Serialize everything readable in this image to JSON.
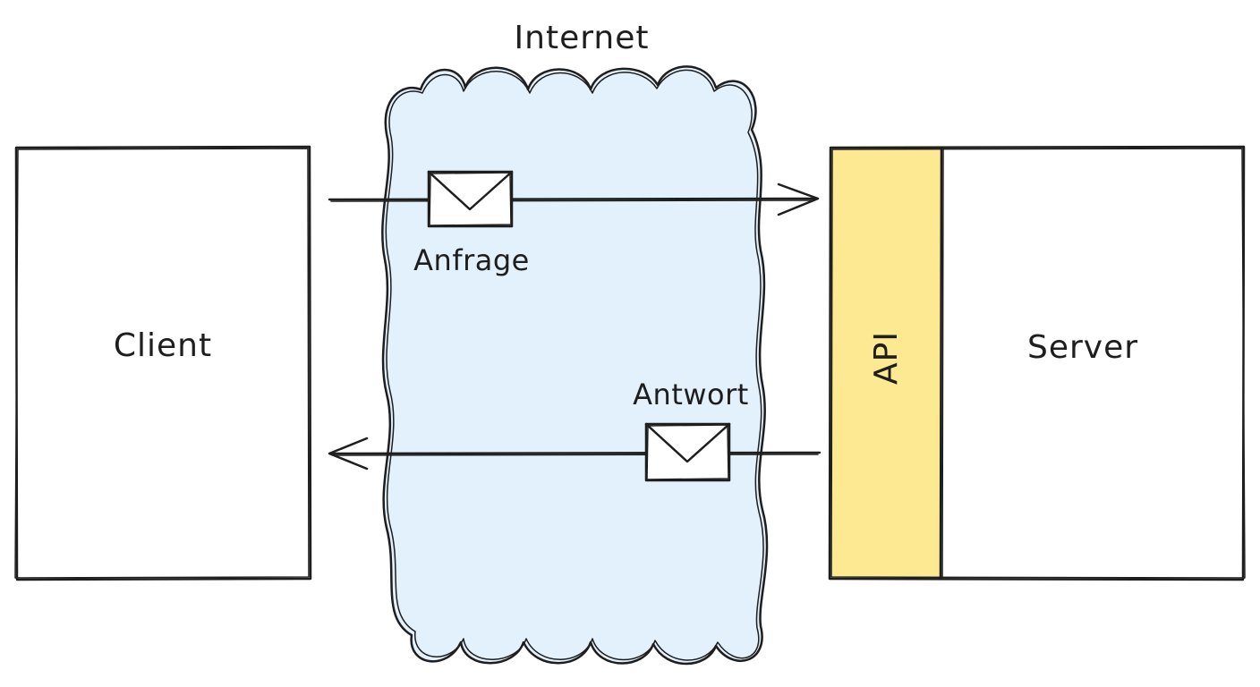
{
  "labels": {
    "internet": "Internet",
    "client": "Client",
    "server": "Server",
    "api": "API",
    "request": "Anfrage",
    "response": "Antwort"
  },
  "colors": {
    "cloud_fill": "#e3f1fd",
    "api_fill": "#fde992",
    "stroke": "#1e1e1e",
    "box_fill": "#ffffff"
  },
  "icons": {
    "request_message": "envelope-icon",
    "response_message": "envelope-icon"
  }
}
